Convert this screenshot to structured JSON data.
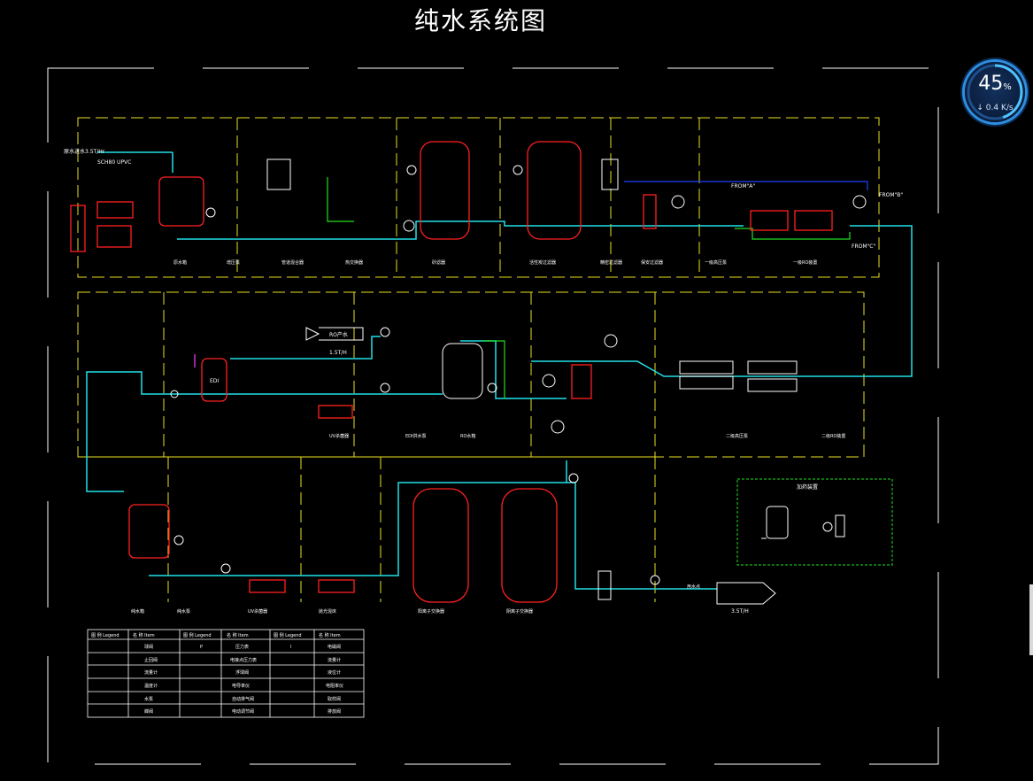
{
  "title": "纯水系统图",
  "labels": {
    "inlet": "原水进水3.5T/Hr",
    "pipe_spec": "SCH80 UPVC",
    "flow_a": "FROM\"A\"",
    "flow_b": "FROM\"B\"",
    "flow_c": "FROM\"C\"",
    "edi": "EDI",
    "ro_out_flow": "1.5T/H",
    "final_out_flow": "3.5T/H",
    "row1_captions": [
      "原水箱",
      "增压泵",
      "管道混合器",
      "热交换器",
      "砂滤器",
      "活性炭过滤器",
      "精密过滤器",
      "保安过滤器",
      "一级高压泵",
      "一级RO装置"
    ],
    "row2_captions": [
      "UV杀菌器",
      "EDI供水泵",
      "RO水箱",
      "二级高压泵",
      "二级RO装置"
    ],
    "row3_captions": [
      "纯水箱",
      "纯水泵",
      "UV杀菌器",
      "抛光混床",
      "阳离子交换器",
      "阴离子交换器",
      "用水点"
    ],
    "dosing_box_title": "加药装置",
    "ro_water": "RO产水",
    "legend_headers": [
      "图 例 Legend",
      "名 称 Item",
      "图 例 Legend",
      "名 称 Item",
      "图 例 Legend",
      "名 称 Item"
    ],
    "legend_rows": [
      [
        "",
        "球阀",
        "P",
        "压力表",
        "I",
        "电磁阀"
      ],
      [
        "",
        "止回阀",
        "",
        "电接点压力表",
        "",
        "流量计"
      ],
      [
        "",
        "流量计",
        "",
        "浮球阀",
        "",
        "液位计"
      ],
      [
        "",
        "温度计",
        "",
        "电导率仪",
        "",
        "电阻率仪"
      ],
      [
        "",
        "水泵",
        "",
        "自动排气阀",
        "",
        "取样阀"
      ],
      [
        "",
        "蝶阀",
        "",
        "电动调节阀",
        "",
        "排放阀"
      ]
    ]
  },
  "network_widget": {
    "percent": "45",
    "percent_unit": "%",
    "speed": "0.4 K/s"
  },
  "colors": {
    "pipe": "#20e0e8",
    "equip": "#ff2020",
    "frame": "#ffffff",
    "zone": "#e8e020",
    "green": "#20e020",
    "blue": "#2040ff",
    "magenta": "#ff40ff"
  }
}
